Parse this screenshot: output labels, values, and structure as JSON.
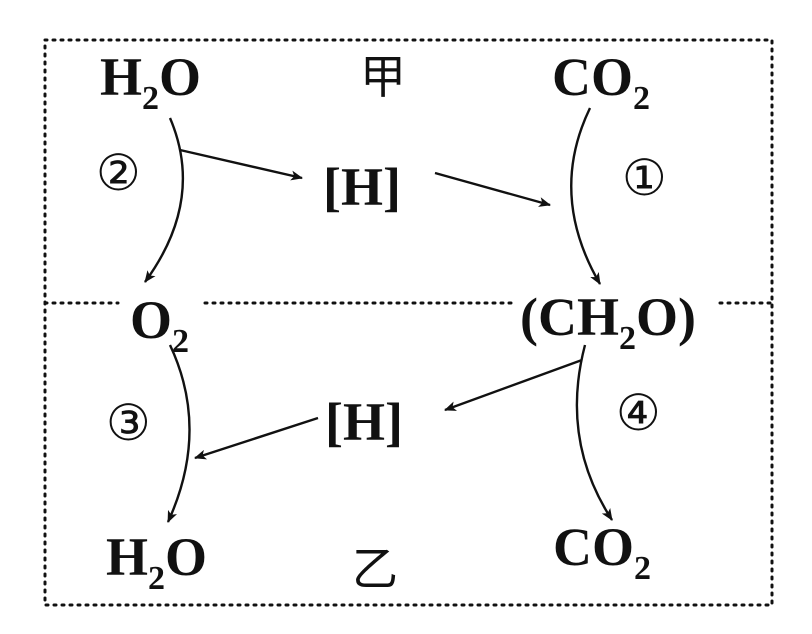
{
  "title_top": "甲",
  "title_bottom": "乙",
  "top": {
    "water": {
      "main": "H",
      "sub": "2",
      "tail": "O"
    },
    "co2": {
      "main": "CO",
      "sub": "2"
    },
    "hydrogen": "[H]",
    "step_left": "②",
    "step_right": "①"
  },
  "middle": {
    "oxygen": {
      "main": "O",
      "sub": "2"
    },
    "glucose": {
      "open": "(CH",
      "sub": "2",
      "close": "O)"
    }
  },
  "bottom": {
    "water": {
      "main": "H",
      "sub": "2",
      "tail": "O"
    },
    "co2": {
      "main": "CO",
      "sub": "2"
    },
    "hydrogen": "[H]",
    "step_left": "③",
    "step_right": "④"
  }
}
